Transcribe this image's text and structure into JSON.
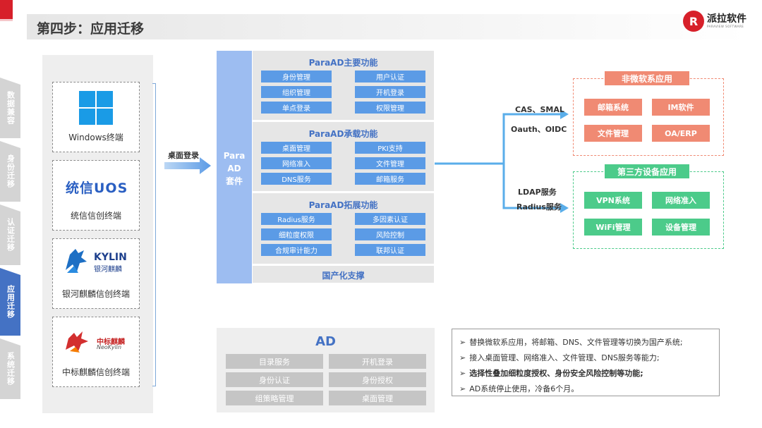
{
  "header": {
    "title": "第四步：应用迁移"
  },
  "logo": {
    "mark": "R",
    "name": "派拉软件",
    "sub": "PARAVIEW SOFTWARE"
  },
  "sidebar": {
    "items": [
      {
        "label": "数据兼容",
        "active": false
      },
      {
        "label": "身份迁移",
        "active": false
      },
      {
        "label": "认证迁移",
        "active": false
      },
      {
        "label": "应用迁移",
        "active": true
      },
      {
        "label": "系统迁移",
        "active": false
      }
    ]
  },
  "terminals": [
    {
      "label": "Windows终端",
      "icon": "windows-logo-icon"
    },
    {
      "label": "统信信创终端",
      "logo_text": "统信UOS",
      "icon": "uos-logo-icon"
    },
    {
      "label": "银河麒麟信创终端",
      "logo_text": "KYLIN",
      "logo_sub": "银河麒麟",
      "icon": "kylin-logo-icon"
    },
    {
      "label": "中标麒麟信创终端",
      "logo_text": "中标麒麟",
      "logo_sub": "NeoKylin",
      "icon": "neokylin-logo-icon"
    }
  ],
  "flow": {
    "desktop_login": "桌面登录"
  },
  "paraad": {
    "label_lines": [
      "Para",
      "AD",
      "套件"
    ],
    "sections": [
      {
        "title": "ParaAD主要功能",
        "items": [
          "身份管理",
          "用户认证",
          "组织管理",
          "开机登录",
          "单点登录",
          "权限管理"
        ]
      },
      {
        "title": "ParaAD承载功能",
        "items": [
          "桌面管理",
          "PKI支持",
          "网络准入",
          "文件管理",
          "DNS服务",
          "邮箱服务"
        ]
      },
      {
        "title": "ParaAD拓展功能",
        "items": [
          "Radius服务",
          "多因素认证",
          "细粒度权限",
          "风险控制",
          "合规审计能力",
          "联邦认证"
        ]
      }
    ],
    "domestic": "国产化支撑"
  },
  "protocols": {
    "top": [
      "CAS、SMAL",
      "Oauth、OIDC"
    ],
    "bottom": [
      "LDAP服务",
      "Radius服务"
    ]
  },
  "groups": [
    {
      "title": "非微软系应用",
      "color": "#f08a73",
      "apps": [
        "邮箱系统",
        "IM软件",
        "文件管理",
        "OA/ERP"
      ]
    },
    {
      "title": "第三方设备应用",
      "color": "#4ccb8a",
      "apps": [
        "VPN系统",
        "网络准入",
        "WiFi管理",
        "设备管理"
      ]
    }
  ],
  "ad": {
    "title": "AD",
    "items": [
      "目录服务",
      "开机登录",
      "身份认证",
      "身份授权",
      "组策略管理",
      "桌面管理"
    ]
  },
  "notes": [
    {
      "text": "替换微软系应用，将邮箱、DNS、文件管理等切换为国产系统;",
      "bold": false
    },
    {
      "text": "接入桌面管理、网络准入、文件管理、DNS服务等能力;",
      "bold": false
    },
    {
      "text": "选择性叠加细粒度授权、身份安全风险控制等功能;",
      "bold": true
    },
    {
      "text": "AD系统停止使用，冷备6个月。",
      "bold": false
    }
  ],
  "note_marker": "➢",
  "colors": {
    "accent_blue": "#4472c4",
    "button_blue": "#5b9be6",
    "red": "#d7202a",
    "salmon": "#f08a73",
    "green": "#4ccb8a"
  }
}
